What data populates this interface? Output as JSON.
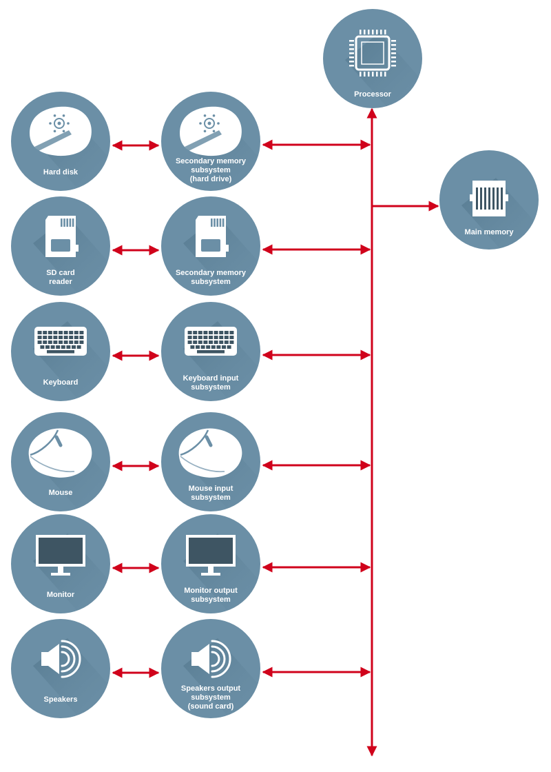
{
  "colors": {
    "circle": "#6b8fa6",
    "shadow": "#4d6f84",
    "connector": "#d0021b",
    "icon": "#ffffff",
    "icon_dark": "#3e5563"
  },
  "processor": {
    "icon": "cpu-chip-icon",
    "label": [
      "Processor"
    ]
  },
  "main_memory": {
    "icon": "ram-module-icon",
    "label": [
      "Main memory"
    ]
  },
  "rows": [
    {
      "icon": "hard-disk-icon",
      "device": {
        "label": [
          "Hard disk"
        ]
      },
      "subsystem": {
        "label": [
          "Secondary memory",
          "subsystem",
          "(hard drive)"
        ]
      }
    },
    {
      "icon": "sd-card-icon",
      "device": {
        "label": [
          "SD card",
          "reader"
        ]
      },
      "subsystem": {
        "label": [
          "Secondary memory",
          "subsystem"
        ]
      }
    },
    {
      "icon": "keyboard-icon",
      "device": {
        "label": [
          "Keyboard"
        ]
      },
      "subsystem": {
        "label": [
          "Keyboard input",
          "subsystem"
        ]
      }
    },
    {
      "icon": "mouse-icon",
      "device": {
        "label": [
          "Mouse"
        ]
      },
      "subsystem": {
        "label": [
          "Mouse input",
          "subsystem"
        ]
      }
    },
    {
      "icon": "monitor-icon",
      "device": {
        "label": [
          "Monitor"
        ]
      },
      "subsystem": {
        "label": [
          "Monitor output",
          "subsystem"
        ]
      }
    },
    {
      "icon": "speaker-icon",
      "device": {
        "label": [
          "Speakers"
        ]
      },
      "subsystem": {
        "label": [
          "Speakers output",
          "subsystem",
          "(sound card)"
        ]
      }
    }
  ]
}
